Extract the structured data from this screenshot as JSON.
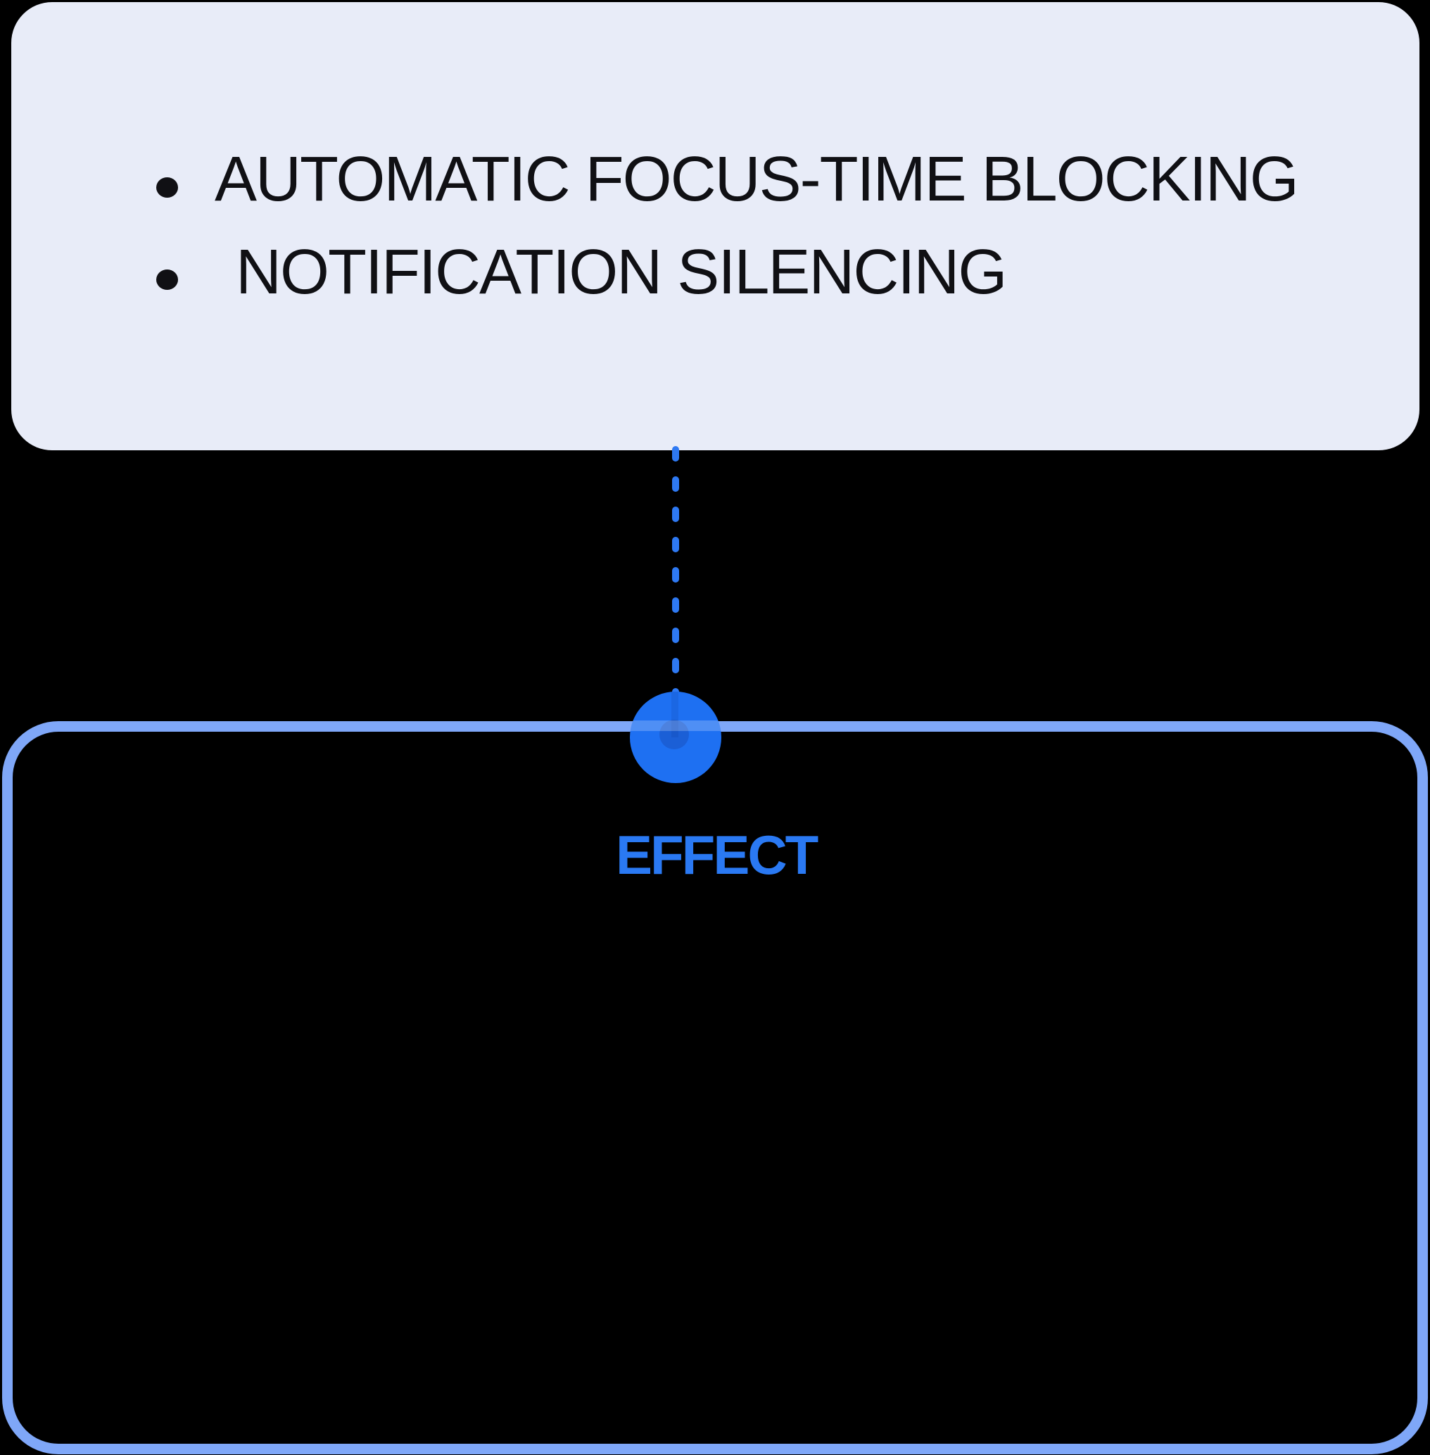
{
  "background_color": "#000000",
  "top_card": {
    "bg_color": "#e8ecf8",
    "text_color": "#101014",
    "bullets": [
      "AUTOMATIC FOCUS-TIME BLOCKING",
      "NOTIFICATION SILENCING"
    ]
  },
  "connector": {
    "line_style": "dashed",
    "line_color": "#2e79f3",
    "dot_color": "#1e70f2",
    "dot_inner_color": "#1b5fd6"
  },
  "effect_card": {
    "label": "EFFECT",
    "label_color": "#2a79f3",
    "border_color": "#7fa7f8"
  }
}
